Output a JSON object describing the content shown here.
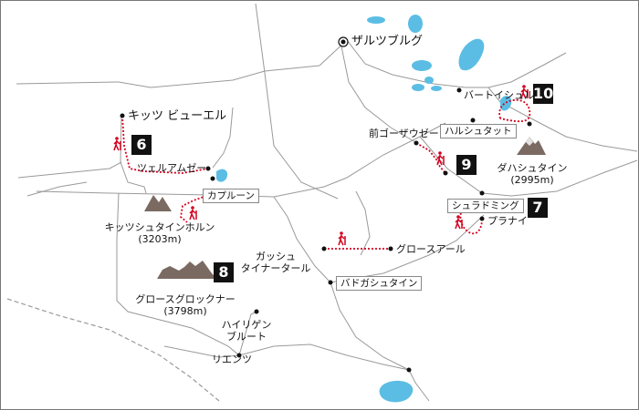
{
  "towns": {
    "salzburg": "ザルツブルグ",
    "kitz": "キッツ ビューエル",
    "zell": "ツェルアムゼー",
    "kaprun": "カプルーン",
    "kitzsteinhorn": "キッツシュタインホルン",
    "kitzsteinhorn_alt": "(3203m)",
    "grossglockner": "グロースグロックナー",
    "grossglockner_alt": "(3798m)",
    "heiligenblut_1": "ハイリゲン",
    "heiligenblut_2": "ブルート",
    "lienz": "リエンツ",
    "gastein_1": "ガッシュ",
    "gastein_2": "タイナータール",
    "grossarl": "グロースアール",
    "badgastein": "バドガシュタイン",
    "bad_ischl": "バートイシュル",
    "hallstatt": "ハルシュタット",
    "gosausee": "前ゴーザウゼー",
    "dachstein": "ダハシュタイン",
    "dachstein_alt": "(2995m)",
    "schladming": "シュラドミング",
    "planai": "プラナイ"
  },
  "routes": [
    "6",
    "7",
    "8",
    "9",
    "10"
  ],
  "colors": {
    "road": "#9a9a9a",
    "lake": "#5bbde4",
    "trail": "#d4001e",
    "mountain": "#7a6a62"
  },
  "icons": {
    "hiker": "hiker-icon",
    "mountain": "mountain-icon",
    "capital": "capital-marker-icon"
  }
}
